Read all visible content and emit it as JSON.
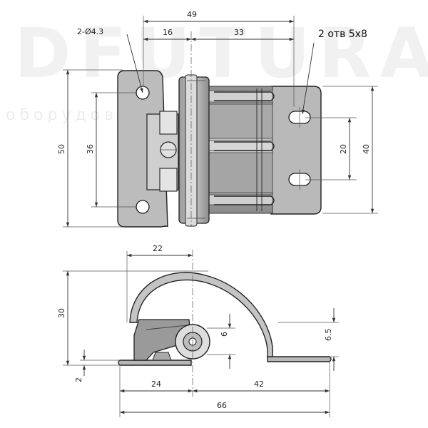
{
  "watermark": {
    "brand": "DFUTURA",
    "tagline": "оборудование будущего"
  },
  "top_view": {
    "dims": {
      "total_width": "49",
      "pivot_offset": "16",
      "hole_to_slot": "33",
      "hole_label": "2-Ø4.3",
      "slot_note": "2 отв 5х8",
      "overall_height": "50",
      "hole_spacing": "36",
      "slot_spacing": "20",
      "leaf_height": "40"
    }
  },
  "side_view": {
    "dims": {
      "arc_width": "22",
      "height": "30",
      "pivot_height": "6",
      "tab_height": "6.5",
      "base_thickness": "2",
      "left_length": "24",
      "right_length": "42",
      "total_length": "66"
    }
  }
}
